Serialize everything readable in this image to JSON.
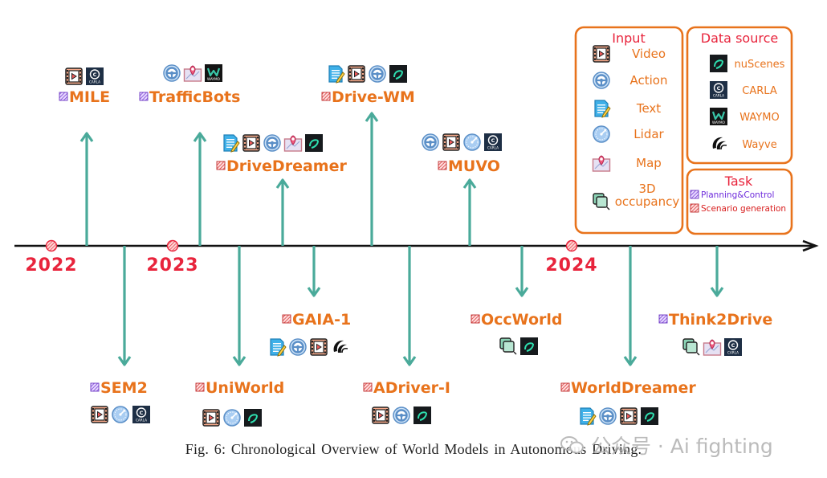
{
  "years": [
    "2022",
    "2023",
    "2024"
  ],
  "models_above": [
    {
      "name": "MILE",
      "task": "planning",
      "icons": [
        "video-icon",
        "carla-icon"
      ]
    },
    {
      "name": "TrafficBots",
      "task": "planning",
      "icons": [
        "action-icon",
        "map-icon",
        "waymo-icon"
      ]
    },
    {
      "name": "DriveDreamer",
      "task": "scenario",
      "icons": [
        "text-icon",
        "video-icon",
        "action-icon",
        "map-icon",
        "nuscenes-icon"
      ]
    },
    {
      "name": "Drive-WM",
      "task": "scenario",
      "icons": [
        "text-icon",
        "video-icon",
        "action-icon",
        "nuscenes-icon"
      ]
    },
    {
      "name": "MUVO",
      "task": "scenario",
      "icons": [
        "action-icon",
        "video-icon",
        "lidar-icon",
        "carla-icon"
      ]
    }
  ],
  "models_below": [
    {
      "name": "SEM2",
      "task": "planning",
      "icons": [
        "video-icon",
        "lidar-icon",
        "carla-icon"
      ]
    },
    {
      "name": "UniWorld",
      "task": "scenario",
      "icons": [
        "video-icon",
        "lidar-icon",
        "nuscenes-icon"
      ]
    },
    {
      "name": "GAIA-1",
      "task": "scenario",
      "icons": [
        "text-icon",
        "action-icon",
        "video-icon",
        "wayve-icon"
      ]
    },
    {
      "name": "ADriver-I",
      "task": "scenario",
      "icons": [
        "video-icon",
        "action-icon",
        "nuscenes-icon"
      ]
    },
    {
      "name": "OccWorld",
      "task": "scenario",
      "icons": [
        "occupancy-icon",
        "nuscenes-icon"
      ]
    },
    {
      "name": "WorldDreamer",
      "task": "scenario",
      "icons": [
        "text-icon",
        "action-icon",
        "video-icon",
        "nuscenes-icon"
      ]
    },
    {
      "name": "Think2Drive",
      "task": "planning",
      "icons": [
        "occupancy-icon",
        "map-icon",
        "carla-icon"
      ]
    }
  ],
  "legend_input": {
    "title": "Input",
    "items": [
      {
        "label": "Video",
        "icon": "video-icon"
      },
      {
        "label": "Action",
        "icon": "action-icon"
      },
      {
        "label": "Text",
        "icon": "text-icon"
      },
      {
        "label": "Lidar",
        "icon": "lidar-icon"
      },
      {
        "label": "Map",
        "icon": "map-icon"
      },
      {
        "label": "3D",
        "icon": ""
      },
      {
        "label": "occupancy",
        "icon": "occupancy-icon"
      }
    ]
  },
  "legend_source": {
    "title": "Data source",
    "items": [
      {
        "label": "nuScenes",
        "icon": "nuscenes-icon"
      },
      {
        "label": "CARLA",
        "icon": "carla-icon"
      },
      {
        "label": "WAYMO",
        "icon": "waymo-icon"
      },
      {
        "label": "Wayve",
        "icon": "wayve-icon"
      }
    ]
  },
  "legend_task": {
    "title": "Task",
    "items": [
      {
        "label": "Planning&Control",
        "key": "planning"
      },
      {
        "label": "Scenario generation",
        "key": "scenario"
      }
    ]
  },
  "icon_text": {
    "carla": "CARLA",
    "waymo": "WAYMO"
  },
  "colors": {
    "orange": "#e8731c",
    "teal": "#4aaa9a",
    "red": "#e8243c",
    "planning": "#8a4fd8",
    "scenario": "#e04a4a",
    "planning_text": "#6f2ddc",
    "scenario_text": "#d81e1e"
  },
  "caption": "Fig. 6: Chronological Overview of World Models in Autonomous Driving.",
  "watermark": "公众号 · Ai fighting"
}
